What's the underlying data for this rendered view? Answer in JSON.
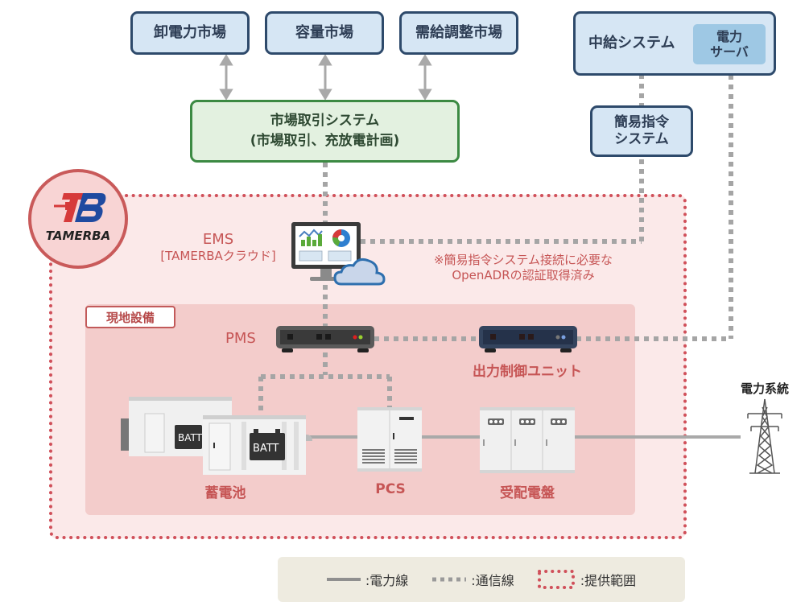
{
  "markets": [
    {
      "label": "卸電力市場"
    },
    {
      "label": "容量市場"
    },
    {
      "label": "需給調整市場"
    }
  ],
  "chukyu": {
    "label": "中給システム",
    "server_line1": "電力",
    "server_line2": "サーバ"
  },
  "kani": {
    "line1": "簡易指令",
    "line2": "システム"
  },
  "market_system": {
    "line1": "市場取引システム",
    "line2": "(市場取引、充放電計画)"
  },
  "logo": {
    "text": "TAMERBA",
    "mark": "TB"
  },
  "ems": {
    "line1": "EMS",
    "line2": "[TAMERBAクラウド]"
  },
  "note": {
    "line1": "※簡易指令システム接続に必要な",
    "line2": "OpenADRの認証取得済み"
  },
  "onsite": {
    "tag": "現地設備"
  },
  "pms": {
    "label": "PMS"
  },
  "output_control": {
    "label": "出力制御ユニット"
  },
  "battery": {
    "label": "蓄電池",
    "badge": "BATT"
  },
  "pcs": {
    "label": "PCS"
  },
  "switchboard": {
    "label": "受配電盤"
  },
  "grid": {
    "label": "電力系統"
  },
  "legend": {
    "power_line": ":電力線",
    "comm_line": ":通信線",
    "scope": ":提供範囲"
  },
  "colors": {
    "market_box": "#d6e6f4",
    "market_border": "#2e4a6b",
    "green_box": "#e3f1e0",
    "green_border": "#3c8a43",
    "scope_dots": "#d0505a",
    "onsite_bg": "#f3cccb",
    "label_red": "#c65555"
  }
}
